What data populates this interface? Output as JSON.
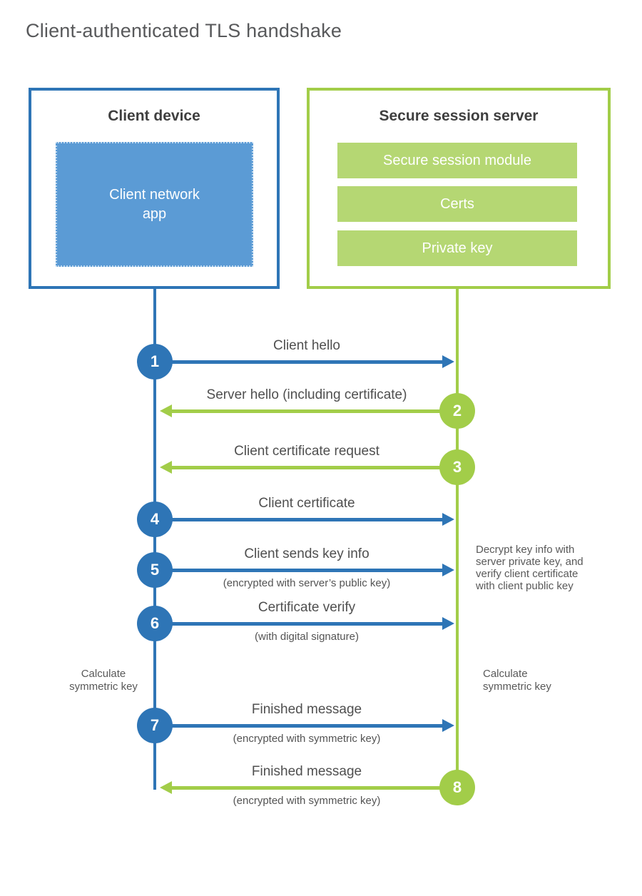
{
  "title": "Client-authenticated TLS handshake",
  "client": {
    "title": "Client device",
    "app_label": "Client network\napp"
  },
  "server": {
    "title": "Secure session server",
    "modules": [
      "Secure session module",
      "Certs",
      "Private key"
    ]
  },
  "steps": [
    {
      "number": "1",
      "label": "Client hello",
      "direction": "right",
      "from": "client",
      "to": "server"
    },
    {
      "number": "2",
      "label": "Server hello (including certificate)",
      "direction": "left",
      "from": "server",
      "to": "client"
    },
    {
      "number": "3",
      "label": "Client certificate request",
      "direction": "left",
      "from": "server",
      "to": "client"
    },
    {
      "number": "4",
      "label": "Client certificate",
      "direction": "right",
      "from": "client",
      "to": "server"
    },
    {
      "number": "5",
      "label": "Client sends key info",
      "sublabel": "(encrypted with server’s public key)",
      "direction": "right",
      "from": "client",
      "to": "server"
    },
    {
      "number": "6",
      "label": "Certificate verify",
      "sublabel": "(with digital signature)",
      "direction": "right",
      "from": "client",
      "to": "server"
    },
    {
      "number": "7",
      "label": "Finished message",
      "sublabel": "(encrypted with symmetric key)",
      "direction": "right",
      "from": "client",
      "to": "server"
    },
    {
      "number": "8",
      "label": "Finished message",
      "sublabel": "(encrypted with symmetric key)",
      "direction": "left",
      "from": "server",
      "to": "client"
    }
  ],
  "notes": {
    "decrypt": "Decrypt key info with server private key, and verify client certificate with client public key",
    "calculate_left": "Calculate symmetric key",
    "calculate_right": "Calculate symmetric key"
  },
  "colors": {
    "blue": "#2e75b6",
    "blue_fill": "#5b9bd5",
    "green": "#a2cd49",
    "green_fill": "#b5d773",
    "text_gray": "#595959"
  }
}
